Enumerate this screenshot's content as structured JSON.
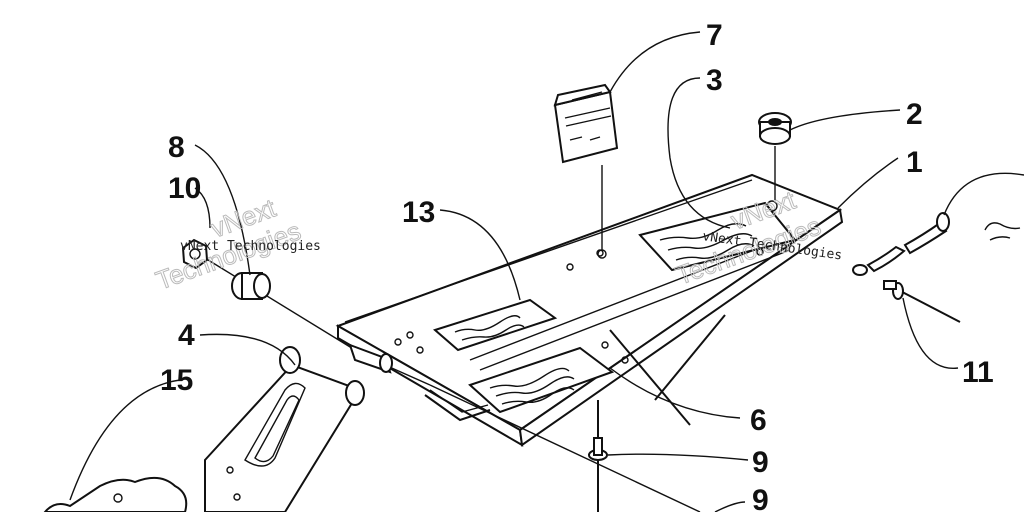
{
  "callouts": [
    "1",
    "2",
    "3",
    "4",
    "6",
    "7",
    "8",
    "9",
    "9",
    "10",
    "11",
    "13",
    "15"
  ],
  "watermark": {
    "small_text": "vNext Technologies",
    "big_line1": "vNext",
    "big_line2": "Technologies"
  }
}
